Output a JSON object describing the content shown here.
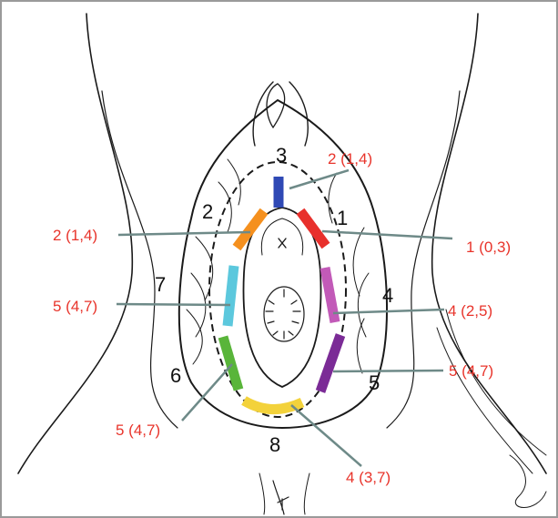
{
  "region_numbers": [
    "1",
    "2",
    "3",
    "4",
    "5",
    "6",
    "7",
    "8"
  ],
  "callouts": [
    {
      "id": "top-blue",
      "text": "2 (1,4)"
    },
    {
      "id": "left-orange",
      "text": "2 (1,4)"
    },
    {
      "id": "right-red",
      "text": "1 (0,3)"
    },
    {
      "id": "left-cyan",
      "text": "5 (4,7)"
    },
    {
      "id": "right-magenta",
      "text": "4 (2,5)"
    },
    {
      "id": "right-purple",
      "text": "5 (4,7)"
    },
    {
      "id": "left-green",
      "text": "5 (4,7)"
    },
    {
      "id": "bottom-yellow",
      "text": "4 (3,7)"
    }
  ],
  "colors": {
    "label": "#e8342b",
    "leader": "#6e8a88",
    "blue": "#2f49b5",
    "red": "#e8302c",
    "orange": "#f5901e",
    "cyan": "#5cc8dd",
    "magenta": "#c25ab8",
    "purple": "#7b2b96",
    "green": "#59b53a",
    "yellow": "#f3d23b"
  }
}
